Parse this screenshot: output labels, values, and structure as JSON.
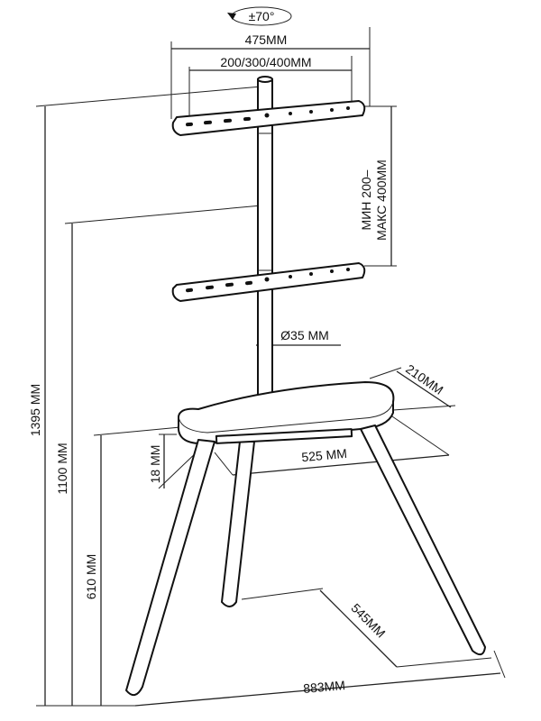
{
  "rotation": {
    "label": "±70°"
  },
  "dimensions": {
    "bracket_width": "475MM",
    "vesa_range": "200/300/400MM",
    "height_adjust_line1": "МИН 200–",
    "height_adjust_line2": "МАКС 400ММ",
    "pole_diameter": "Ø35 MM",
    "shelf_depth": "210MM",
    "shelf_width": "525 MM",
    "shelf_thickness": "18 MM",
    "total_height": "1395 MM",
    "height_1100": "1100 MM",
    "height_610": "610 MM",
    "rear_leg_depth": "545MM",
    "base_width": "883MM"
  },
  "colors": {
    "line": "#111111",
    "background": "#ffffff"
  }
}
